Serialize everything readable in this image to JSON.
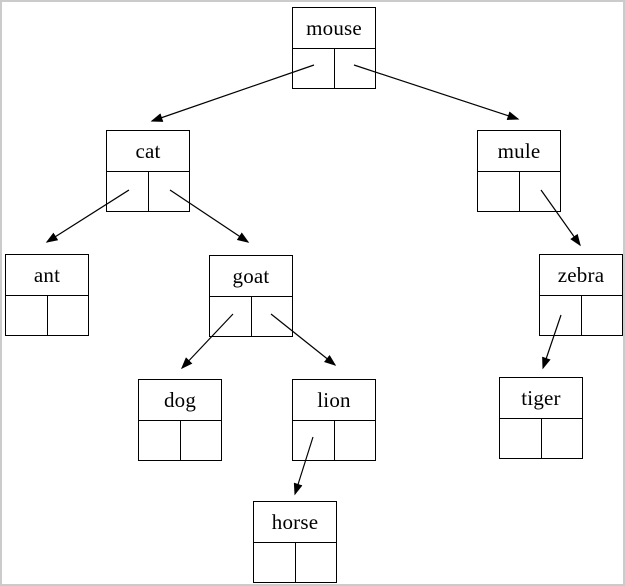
{
  "diagram_type": "binary-search-tree-linked-node-diagram",
  "nodes": {
    "mouse": {
      "label": "mouse"
    },
    "cat": {
      "label": "cat"
    },
    "mule": {
      "label": "mule"
    },
    "ant": {
      "label": "ant"
    },
    "goat": {
      "label": "goat"
    },
    "zebra": {
      "label": "zebra"
    },
    "dog": {
      "label": "dog"
    },
    "lion": {
      "label": "lion"
    },
    "tiger": {
      "label": "tiger"
    },
    "horse": {
      "label": "horse"
    }
  },
  "edges": [
    {
      "from": "mouse",
      "cell": "left",
      "to": "cat"
    },
    {
      "from": "mouse",
      "cell": "right",
      "to": "mule"
    },
    {
      "from": "cat",
      "cell": "left",
      "to": "ant"
    },
    {
      "from": "cat",
      "cell": "right",
      "to": "goat"
    },
    {
      "from": "goat",
      "cell": "left",
      "to": "dog"
    },
    {
      "from": "goat",
      "cell": "right",
      "to": "lion"
    },
    {
      "from": "mule",
      "cell": "right",
      "to": "zebra"
    },
    {
      "from": "zebra",
      "cell": "left",
      "to": "tiger"
    },
    {
      "from": "lion",
      "cell": "left",
      "to": "horse"
    }
  ],
  "colors": {
    "line": "#000000",
    "node_border": "#000000",
    "background": "#ffffff",
    "frame_border": "#cbcbcb"
  }
}
